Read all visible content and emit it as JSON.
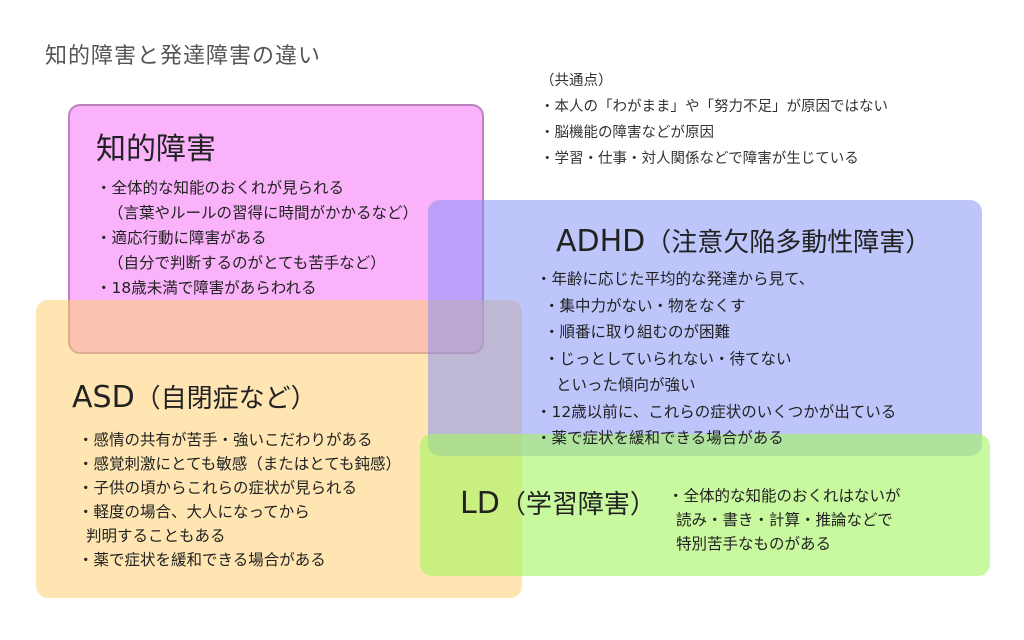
{
  "page_title": "知的障害と発達障害の違い",
  "common_points": {
    "heading": "（共通点）",
    "lines": [
      "・本人の「わがまま」や「努力不足」が原因ではない",
      "・脳機能の障害などが原因",
      "・学習・仕事・対人関係などで障害が生じている"
    ]
  },
  "intellectual_disability": {
    "title": "知的障害",
    "lines": [
      "・全体的な知能のおくれが見られる",
      "（言葉やルールの習得に時間がかかるなど）",
      "・適応行動に障害がある",
      "（自分で判断するのがとても苦手など）",
      "・18歳未満で障害があらわれる"
    ]
  },
  "adhd": {
    "title": "ADHD",
    "subtitle": "（注意欠陥多動性障害）",
    "lines": [
      "・年齢に応じた平均的な発達から見て、",
      "・集中力がない・物をなくす",
      "・順番に取り組むのが困難",
      "・じっとしていられない・待てない",
      "といった傾向が強い",
      "・12歳以前に、これらの症状のいくつかが出ている",
      "・薬で症状を緩和できる場合がある"
    ]
  },
  "asd": {
    "title": "ASD",
    "subtitle": "（自閉症など）",
    "lines": [
      "・感情の共有が苦手・強いこだわりがある",
      "・感覚刺激にとても敏感（またはとても鈍感）",
      "・子供の頃からこれらの症状が見られる",
      "・軽度の場合、大人になってから",
      "判明することもある",
      "・薬で症状を緩和できる場合がある"
    ]
  },
  "ld": {
    "title": "LD",
    "subtitle": "（学習障害）",
    "lines": [
      "・全体的な知能のおくれはないが",
      "読み・書き・計算・推論などで",
      "特別苦手なものがある"
    ]
  },
  "colors": {
    "intellectual_disability": "#f573f5",
    "asd": "#fdd073",
    "adhd": "#7d8cf5",
    "ld": "#a5f55f"
  }
}
